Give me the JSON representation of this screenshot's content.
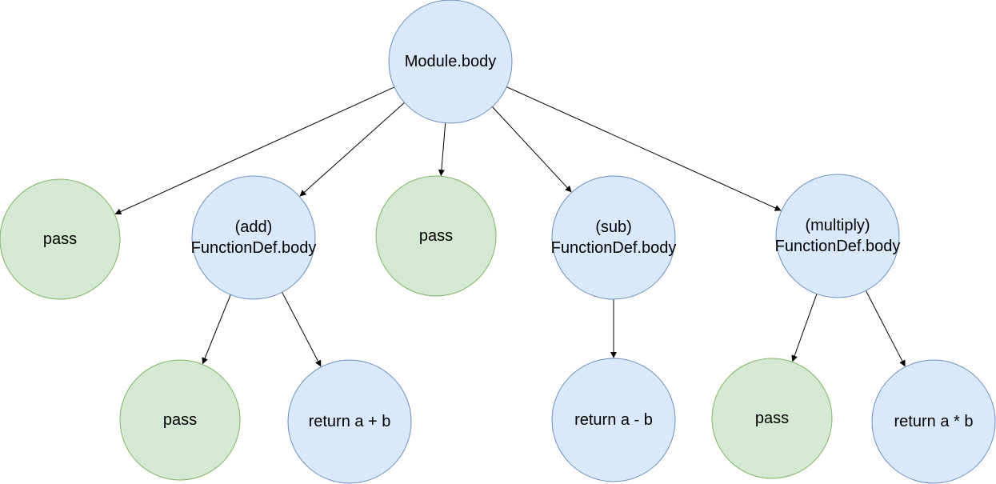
{
  "colors": {
    "blue_fill": "#dae8fc",
    "blue_stroke": "#6c8ebf",
    "green_fill": "#d5e8d4",
    "green_stroke": "#82b366",
    "edge": "#000000"
  },
  "nodes": {
    "module": {
      "lines": [
        "Module.body"
      ],
      "color": "blue"
    },
    "pass_1": {
      "lines": [
        "pass"
      ],
      "color": "green"
    },
    "add": {
      "lines": [
        "(add)",
        "FunctionDef.body"
      ],
      "color": "blue"
    },
    "pass_2": {
      "lines": [
        "pass"
      ],
      "color": "green"
    },
    "sub": {
      "lines": [
        "(sub)",
        "FunctionDef.body"
      ],
      "color": "blue"
    },
    "multiply": {
      "lines": [
        "(multiply)",
        "FunctionDef.body"
      ],
      "color": "blue"
    },
    "add_pass": {
      "lines": [
        "pass"
      ],
      "color": "green"
    },
    "add_return": {
      "lines": [
        "return a + b"
      ],
      "color": "blue"
    },
    "sub_return": {
      "lines": [
        "return a - b"
      ],
      "color": "blue"
    },
    "multiply_pass": {
      "lines": [
        "pass"
      ],
      "color": "green"
    },
    "multiply_return": {
      "lines": [
        "return a * b"
      ],
      "color": "blue"
    }
  },
  "edges": [
    {
      "from": "module",
      "to": "pass_1"
    },
    {
      "from": "module",
      "to": "add"
    },
    {
      "from": "module",
      "to": "pass_2"
    },
    {
      "from": "module",
      "to": "sub"
    },
    {
      "from": "module",
      "to": "multiply"
    },
    {
      "from": "add",
      "to": "add_pass"
    },
    {
      "from": "add",
      "to": "add_return"
    },
    {
      "from": "sub",
      "to": "sub_return"
    },
    {
      "from": "multiply",
      "to": "multiply_pass"
    },
    {
      "from": "multiply",
      "to": "multiply_return"
    }
  ]
}
